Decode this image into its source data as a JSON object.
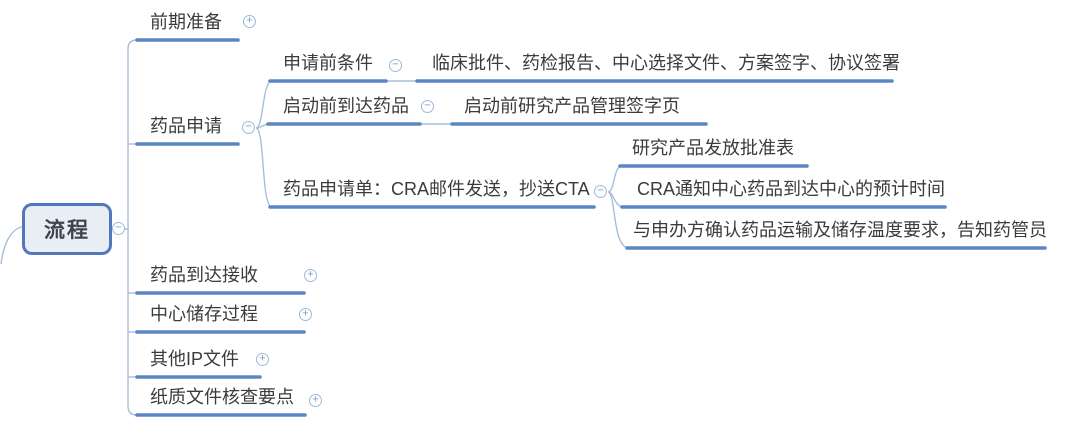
{
  "colors": {
    "branch_line": "#5B86C3",
    "thin_line": "#A6BEDC",
    "root_border": "#5277BD",
    "root_fill": "#E9EEF5",
    "topic_text": "#3B3B3B",
    "toggle_border": "#9FB9D9",
    "toggle_symbol": "#7E9CC5"
  },
  "root": {
    "label": "流程",
    "toggle": "−"
  },
  "branches": [
    {
      "label": "前期准备",
      "toggle": "+"
    },
    {
      "label": "药品申请",
      "toggle": "−",
      "children": [
        {
          "label": "申请前条件",
          "toggle": "−",
          "children": [
            {
              "label": "临床批件、药检报告、中心选择文件、方案签字、协议签署"
            }
          ]
        },
        {
          "label": "启动前到达药品",
          "toggle": "−",
          "children": [
            {
              "label": "启动前研究产品管理签字页"
            }
          ]
        },
        {
          "label": "药品申请单：CRA邮件发送，抄送CTA",
          "toggle": "−",
          "children": [
            {
              "label": "研究产品发放批准表"
            },
            {
              "label": "CRA通知中心药品到达中心的预计时间"
            },
            {
              "label": "与申办方确认药品运输及储存温度要求，告知药管员"
            }
          ]
        }
      ]
    },
    {
      "label": "药品到达接收",
      "toggle": "+"
    },
    {
      "label": "中心储存过程",
      "toggle": "+"
    },
    {
      "label": "其他IP文件",
      "toggle": "+"
    },
    {
      "label": "纸质文件核查要点",
      "toggle": "+"
    }
  ]
}
